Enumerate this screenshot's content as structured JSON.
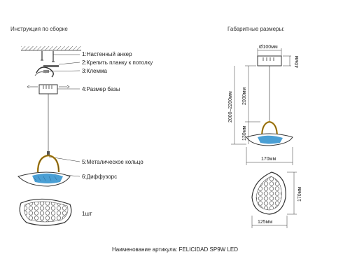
{
  "headings": {
    "assembly": "Инструкция по сборке",
    "dimensions": "Габаритные размеры:"
  },
  "callouts": [
    {
      "label": "1:Настенный анкер"
    },
    {
      "label": "2:Крепить планку к потолку"
    },
    {
      "label": "3:Клемма"
    },
    {
      "label": "4:Размер базы"
    },
    {
      "label": "5:Металическое кольцо"
    },
    {
      "label": "6:Диффузорс"
    }
  ],
  "quantity": "1шт",
  "dimensions": {
    "base_diameter": "Ø100мм",
    "base_height": "40мм",
    "cable_min": "2000мм",
    "overall_range": "2000–2200мм",
    "lamp_height": "130мм",
    "diffuser_width": "170мм",
    "top_view_height": "170мм",
    "top_view_width": "125мм"
  },
  "footer": "Наименование артикула: FELICIDAD SP9W LED",
  "colors": {
    "diffuser_blue": "#4a9fd4",
    "line": "#333333",
    "ring_gold": "#b8860b"
  }
}
